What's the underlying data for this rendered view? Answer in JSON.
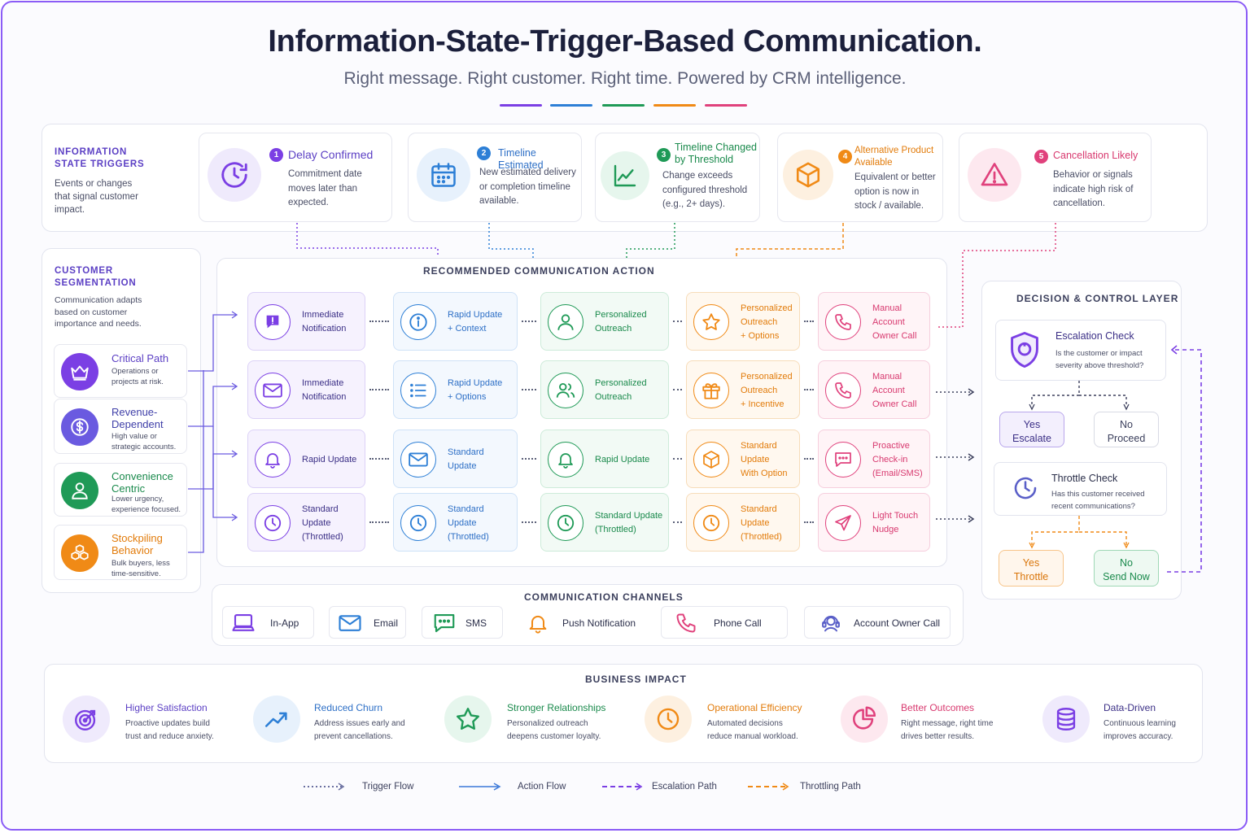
{
  "header": {
    "title": "Information-State-Trigger-Based Communication.",
    "subtitle": "Right message. Right customer. Right time. Powered by CRM intelligence."
  },
  "colors": {
    "purple": "#7b3fe4",
    "blue": "#2d7fd6",
    "green": "#1f9a57",
    "orange": "#f08a16",
    "pink": "#e0417c"
  },
  "info_triggers": {
    "title": "INFORMATION\nSTATE TRIGGERS",
    "description": "Events or changes that signal customer impact.",
    "items": [
      {
        "num": "1",
        "title": "Delay Confirmed",
        "desc": "Commitment date moves later than expected.",
        "icon": "clock-icon"
      },
      {
        "num": "2",
        "title": "Timeline Estimated",
        "desc": "New estimated delivery or completion timeline available.",
        "icon": "calendar-icon"
      },
      {
        "num": "3",
        "title": "Timeline Changed by Threshold",
        "desc": "Change exceeds configured threshold (e.g., 2+ days).",
        "icon": "line-chart-icon"
      },
      {
        "num": "4",
        "title": "Alternative Product Available",
        "desc": "Equivalent or better option is now in stock / available.",
        "icon": "box-icon"
      },
      {
        "num": "5",
        "title": "Cancellation Likely",
        "desc": "Behavior or signals indicate high risk of cancellation.",
        "icon": "warning-icon"
      }
    ]
  },
  "segmentation": {
    "title": "CUSTOMER\nSEGMENTATION",
    "description": "Communication adapts based on customer importance and needs.",
    "items": [
      {
        "title": "Critical Path",
        "desc": "Operations or projects at risk.",
        "icon": "crown-icon"
      },
      {
        "title": "Revenue-Dependent",
        "desc": "High value or strategic accounts.",
        "icon": "dollar-icon"
      },
      {
        "title": "Convenience Centric",
        "desc": "Lower urgency, experience focused.",
        "icon": "user-icon"
      },
      {
        "title": "Stockpiling Behavior",
        "desc": "Bulk buyers, less time-sensitive.",
        "icon": "boxes-icon"
      }
    ]
  },
  "actions": {
    "title": "RECOMMENDED COMMUNICATION ACTION",
    "rows": [
      [
        {
          "label": "Immediate\nNotification",
          "icon": "chat-alert-icon"
        },
        {
          "label": "Rapid Update\n+ Context",
          "icon": "info-icon"
        },
        {
          "label": "Personalized\nOutreach",
          "icon": "user-icon"
        },
        {
          "label": "Personalized\nOutreach\n+ Options",
          "icon": "star-icon"
        },
        {
          "label": "Manual Account\nOwner Call",
          "icon": "phone-icon"
        }
      ],
      [
        {
          "label": "Immediate\nNotification",
          "icon": "mail-icon"
        },
        {
          "label": "Rapid Update\n+ Options",
          "icon": "list-icon"
        },
        {
          "label": "Personalized\nOutreach",
          "icon": "users-icon"
        },
        {
          "label": "Personalized\nOutreach\n+ Incentive",
          "icon": "gift-icon"
        },
        {
          "label": "Manual Account\nOwner Call",
          "icon": "phone-icon"
        }
      ],
      [
        {
          "label": "Rapid Update",
          "icon": "bell-icon"
        },
        {
          "label": "Standard Update",
          "icon": "mail-icon"
        },
        {
          "label": "Rapid Update",
          "icon": "bell-icon"
        },
        {
          "label": "Standard Update\nWith Option",
          "icon": "box-icon"
        },
        {
          "label": "Proactive Check-in\n(Email/SMS)",
          "icon": "chat-dots-icon"
        }
      ],
      [
        {
          "label": "Standard Update\n(Throttled)",
          "icon": "clock-icon"
        },
        {
          "label": "Standard Update\n(Throttled)",
          "icon": "clock-icon"
        },
        {
          "label": "Standard Update\n(Throttled)",
          "icon": "clock-icon"
        },
        {
          "label": "Standard Update\n(Throttled)",
          "icon": "clock-icon"
        },
        {
          "label": "Light Touch\nNudge",
          "icon": "send-icon"
        }
      ]
    ]
  },
  "decision": {
    "title": "DECISION & CONTROL LAYER",
    "escalation": {
      "title": "Escalation Check",
      "desc": "Is the customer or impact severity above threshold?",
      "yes": "Yes\nEscalate",
      "no": "No\nProceed"
    },
    "throttle": {
      "title": "Throttle Check",
      "desc": "Has this customer received recent communications?",
      "yes": "Yes\nThrottle",
      "no": "No\nSend Now"
    }
  },
  "channels": {
    "title": "COMMUNICATION CHANNELS",
    "items": [
      {
        "label": "In-App",
        "icon": "laptop-icon"
      },
      {
        "label": "Email",
        "icon": "mail-icon"
      },
      {
        "label": "SMS",
        "icon": "chat-dots-icon"
      },
      {
        "label": "Push Notification",
        "icon": "bell-icon"
      },
      {
        "label": "Phone Call",
        "icon": "phone-icon"
      },
      {
        "label": "Account Owner Call",
        "icon": "headset-icon"
      }
    ]
  },
  "impact": {
    "title": "BUSINESS IMPACT",
    "items": [
      {
        "title": "Higher Satisfaction",
        "desc": "Proactive updates build trust and reduce anxiety.",
        "icon": "target-icon"
      },
      {
        "title": "Reduced Churn",
        "desc": "Address issues early and prevent cancellations.",
        "icon": "trend-up-icon"
      },
      {
        "title": "Stronger Relationships",
        "desc": "Personalized outreach deepens customer loyalty.",
        "icon": "star-icon"
      },
      {
        "title": "Operational Efficiency",
        "desc": "Automated decisions reduce manual workload.",
        "icon": "clock-icon"
      },
      {
        "title": "Better Outcomes",
        "desc": "Right message, right time drives better results.",
        "icon": "pie-chart-icon"
      },
      {
        "title": "Data-Driven",
        "desc": "Continuous learning improves accuracy.",
        "icon": "database-icon"
      }
    ]
  },
  "legend": {
    "items": [
      {
        "label": "Trigger Flow"
      },
      {
        "label": "Action Flow"
      },
      {
        "label": "Escalation Path"
      },
      {
        "label": "Throttling Path"
      }
    ]
  }
}
